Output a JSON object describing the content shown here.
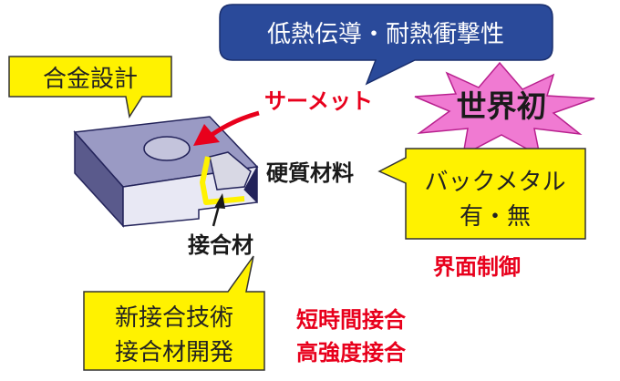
{
  "callouts": {
    "top_blue": "低熱伝導・耐熱衝撃性",
    "alloy_design": "合金設計",
    "world_first": "世界初",
    "back_metal_line1": "バックメタル",
    "back_metal_line2": "有・無",
    "new_tech_line1": "新接合技術",
    "new_tech_line2": "接合材開発"
  },
  "labels": {
    "cermet": "サーメット",
    "hard_material": "硬質材料",
    "bonding_material": "接合材",
    "interface_control": "界面制御",
    "short_time_bonding": "短時間接合",
    "high_strength_bonding": "高強度接合"
  },
  "colors": {
    "callout_yellow": "#fff200",
    "callout_blue": "#2a4a9a",
    "star_pink": "#f07ad2",
    "accent_red": "#e8001c",
    "insert_top": "#9a9ac4",
    "insert_front": "#e8e8f4",
    "insert_side": "#23235a"
  }
}
